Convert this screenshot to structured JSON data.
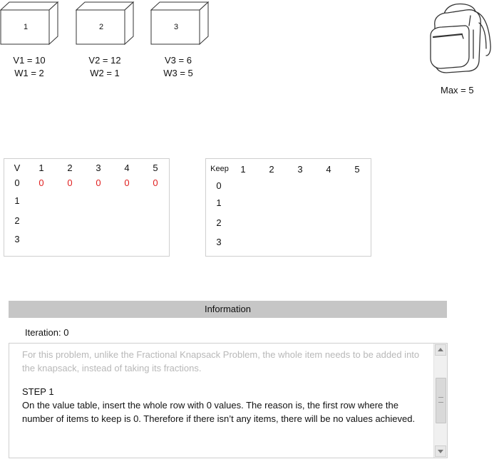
{
  "items": [
    {
      "number": "1",
      "value": "V1 = 10",
      "weight": "W1 = 2"
    },
    {
      "number": "2",
      "value": "V2 = 12",
      "weight": "W2 = 1"
    },
    {
      "number": "3",
      "value": "V3 = 6",
      "weight": "W3 = 5"
    }
  ],
  "knapsack": {
    "icon": "backpack-icon",
    "max_label": "Max = 5"
  },
  "value_table": {
    "corner": "V",
    "columns": [
      "1",
      "2",
      "3",
      "4",
      "5"
    ],
    "rows": [
      "0",
      "1",
      "2",
      "3"
    ],
    "row0_values": [
      "0",
      "0",
      "0",
      "0",
      "0"
    ],
    "value_color": "#e02020"
  },
  "keep_table": {
    "corner": "Keep",
    "columns": [
      "1",
      "2",
      "3",
      "4",
      "5"
    ],
    "rows": [
      "0",
      "1",
      "2",
      "3"
    ]
  },
  "information": {
    "header": "Information",
    "iteration": "Iteration: 0",
    "intro": "For this problem, unlike the Fractional Knapsack Problem, the whole item needs to be added into the knapsack, instead of taking its fractions.",
    "step_title": "STEP 1",
    "step_text": "On the value table, insert the whole row with 0 values. The reason is, the first row where the number of items to keep is 0. Therefore if there isn’t any items, there will be no values achieved."
  }
}
